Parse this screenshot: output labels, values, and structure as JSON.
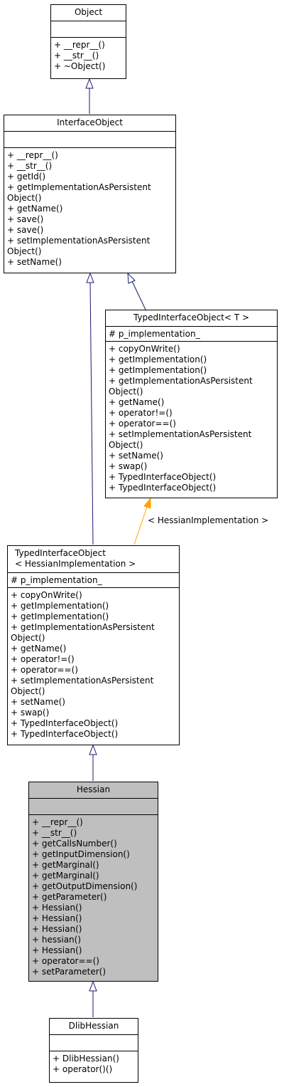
{
  "nodes": {
    "object": {
      "title": "Object",
      "attributes": [],
      "methods": [
        "+ __repr__()",
        "+ __str__()",
        "+ ~Object()"
      ]
    },
    "interface_object": {
      "title": "InterfaceObject",
      "attributes": [],
      "methods": [
        "+ __repr__()",
        "+ __str__()",
        "+ getId()",
        "+ getImplementationAsPersistent",
        "Object()",
        "+ getName()",
        "+ save()",
        "+ save()",
        "+ setImplementationAsPersistent",
        "Object()",
        "+ setName()"
      ]
    },
    "typed_interface_object_t": {
      "title": "TypedInterfaceObject< T >",
      "attributes": [
        "# p_implementation_"
      ],
      "methods": [
        "+ copyOnWrite()",
        "+ getImplementation()",
        "+ getImplementation()",
        "+ getImplementationAsPersistent",
        "Object()",
        "+ getName()",
        "+ operator!=()",
        "+ operator==()",
        "+ setImplementationAsPersistent",
        "Object()",
        "+ setName()",
        "+ swap()",
        "+ TypedInterfaceObject()",
        "+ TypedInterfaceObject()"
      ]
    },
    "typed_interface_object_hessian": {
      "title": "TypedInterfaceObject\n< HessianImplementation >",
      "attributes": [
        "# p_implementation_"
      ],
      "methods": [
        "+ copyOnWrite()",
        "+ getImplementation()",
        "+ getImplementation()",
        "+ getImplementationAsPersistent",
        "Object()",
        "+ getName()",
        "+ operator!=()",
        "+ operator==()",
        "+ setImplementationAsPersistent",
        "Object()",
        "+ setName()",
        "+ swap()",
        "+ TypedInterfaceObject()",
        "+ TypedInterfaceObject()"
      ]
    },
    "hessian": {
      "title": "Hessian",
      "attributes": [],
      "methods": [
        "+ __repr__()",
        "+ __str__()",
        "+ getCallsNumber()",
        "+ getInputDimension()",
        "+ getMarginal()",
        "+ getMarginal()",
        "+ getOutputDimension()",
        "+ getParameter()",
        "+ Hessian()",
        "+ Hessian()",
        "+ Hessian()",
        "+ hessian()",
        "+ Hessian()",
        "+ operator==()",
        "+ setParameter()"
      ]
    },
    "dlib_hessian": {
      "title": "DlibHessian",
      "attributes": [],
      "methods": [
        "+ DlibHessian()",
        "+ operator()()"
      ]
    }
  },
  "edge_labels": {
    "template_binding": "< HessianImplementation >"
  },
  "colors": {
    "inheritance_edge": "#191970",
    "template_edge": "#ffa500",
    "highlight_fill": "#bfbfbf"
  }
}
